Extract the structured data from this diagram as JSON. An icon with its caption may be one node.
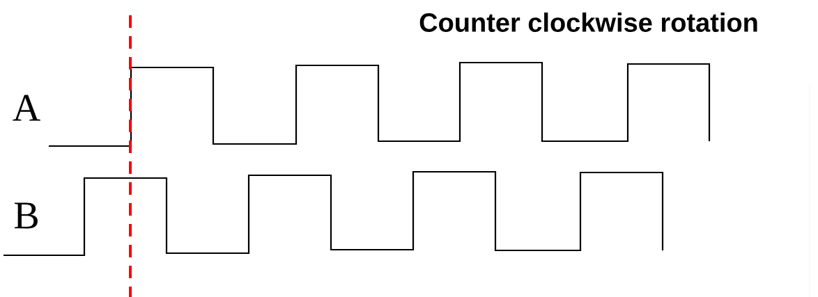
{
  "diagram": {
    "title": "Counter clockwise rotation",
    "labels": [
      "A",
      "B"
    ]
  }
}
